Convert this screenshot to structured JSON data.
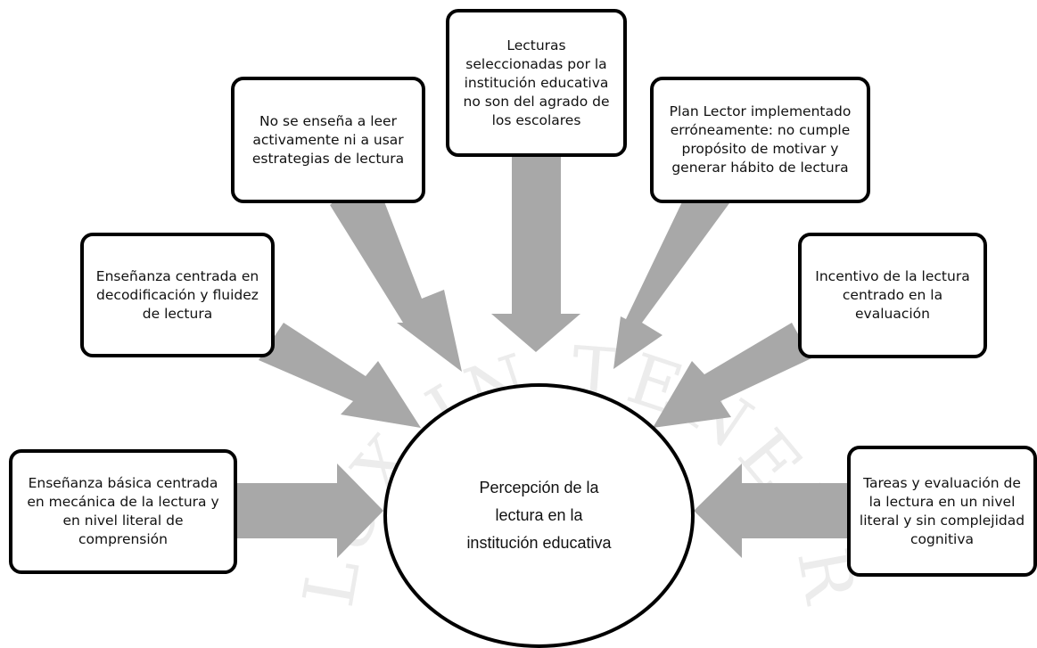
{
  "colors": {
    "arrow": "#a8a8a8",
    "border": "#000000",
    "watermark": "#ececec"
  },
  "center": {
    "text": "Percepción de la\nlectura en la\ninstitución educativa"
  },
  "boxes": {
    "box1": "Enseñanza básica centrada\nen mecánica de la lectura y\nen nivel literal de\ncomprensión",
    "box2": "Enseñanza centrada en\ndecodificación y fluidez\nde lectura",
    "box3": "No se enseña a leer\nactivamente ni a usar\nestrategias de lectura",
    "box4": "Lecturas\nseleccionadas por la\ninstitución educativa\nno son  del agrado de\nlos escolares",
    "box5": "Plan Lector implementado\nerróneamente: no cumple\npropósito de motivar y\ngenerar hábito de lectura",
    "box6": "Incentivo de la lectura\ncentrado en la\nevaluación",
    "box7": "Tareas y evaluación de\nla lectura en un nivel\nliteral y sin complejidad\ncognitiva"
  },
  "watermark": {
    "text": "LUX IN TENEBRIS LUCET"
  }
}
